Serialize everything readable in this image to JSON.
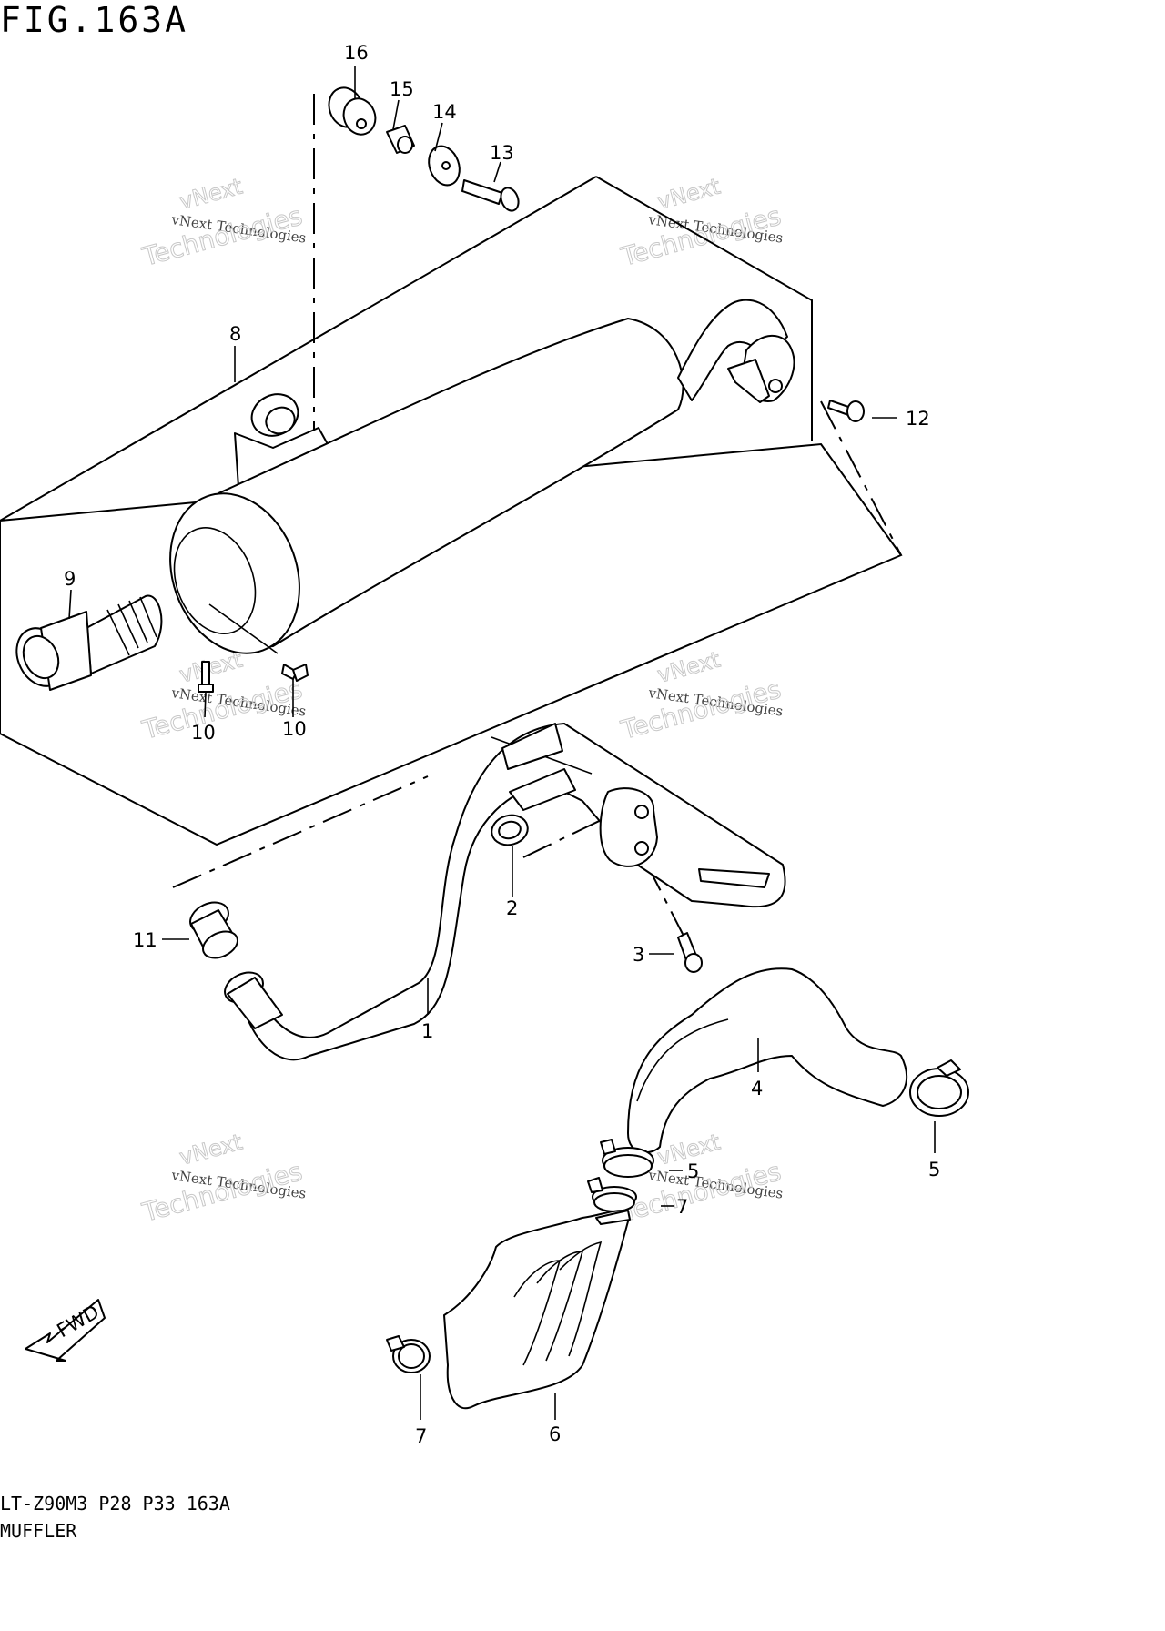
{
  "figure": {
    "title": "FIG.163A"
  },
  "caption": {
    "code": "LT-Z90M3_P28_P33_163A",
    "name": "MUFFLER"
  },
  "watermark": {
    "line1": "vNext",
    "line2": "vNext Technologies",
    "line3": "Technologies"
  },
  "callouts": {
    "c1": "1",
    "c2": "2",
    "c3": "3",
    "c4": "4",
    "c5a": "5",
    "c5b": "5",
    "c6": "6",
    "c7a": "7",
    "c7b": "7",
    "c8": "8",
    "c9": "9",
    "c10a": "10",
    "c10b": "10",
    "c11": "11",
    "c12": "12",
    "c13": "13",
    "c14": "14",
    "c15": "15",
    "c16": "16"
  },
  "fwd_arrow": {
    "label": "FWD"
  }
}
